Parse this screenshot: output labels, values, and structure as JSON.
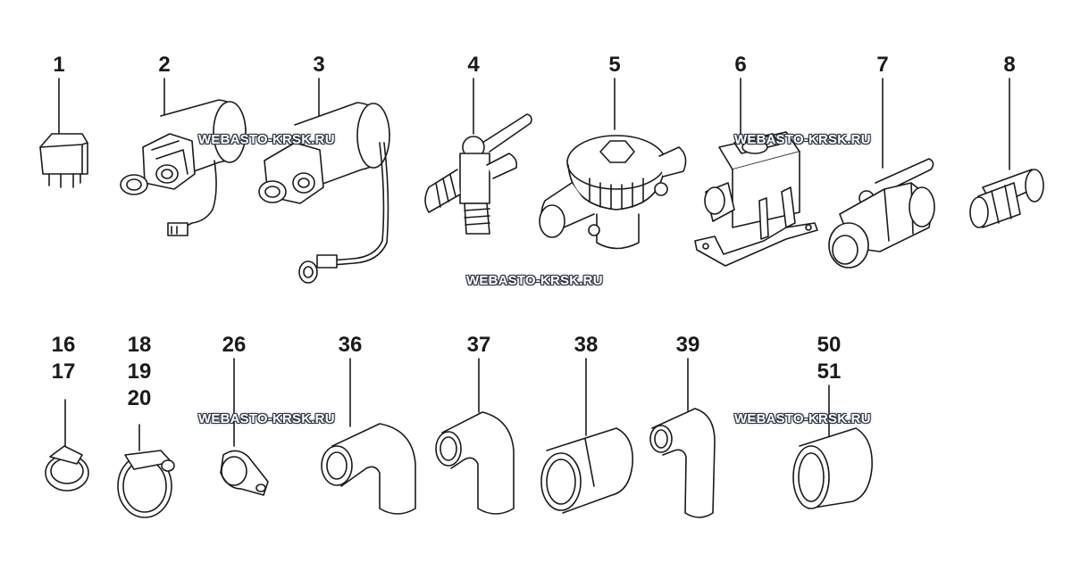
{
  "labels": {
    "p1": "1",
    "p2": "2",
    "p3": "3",
    "p4": "4",
    "p5": "5",
    "p6": "6",
    "p7": "7",
    "p8": "8",
    "p16": "16",
    "p17": "17",
    "p18": "18",
    "p19": "19",
    "p20": "20",
    "p26": "26",
    "p36": "36",
    "p37": "37",
    "p38": "38",
    "p39": "39",
    "p50": "50",
    "p51": "51"
  },
  "watermark": "WEBASTO-KRSK.RU"
}
